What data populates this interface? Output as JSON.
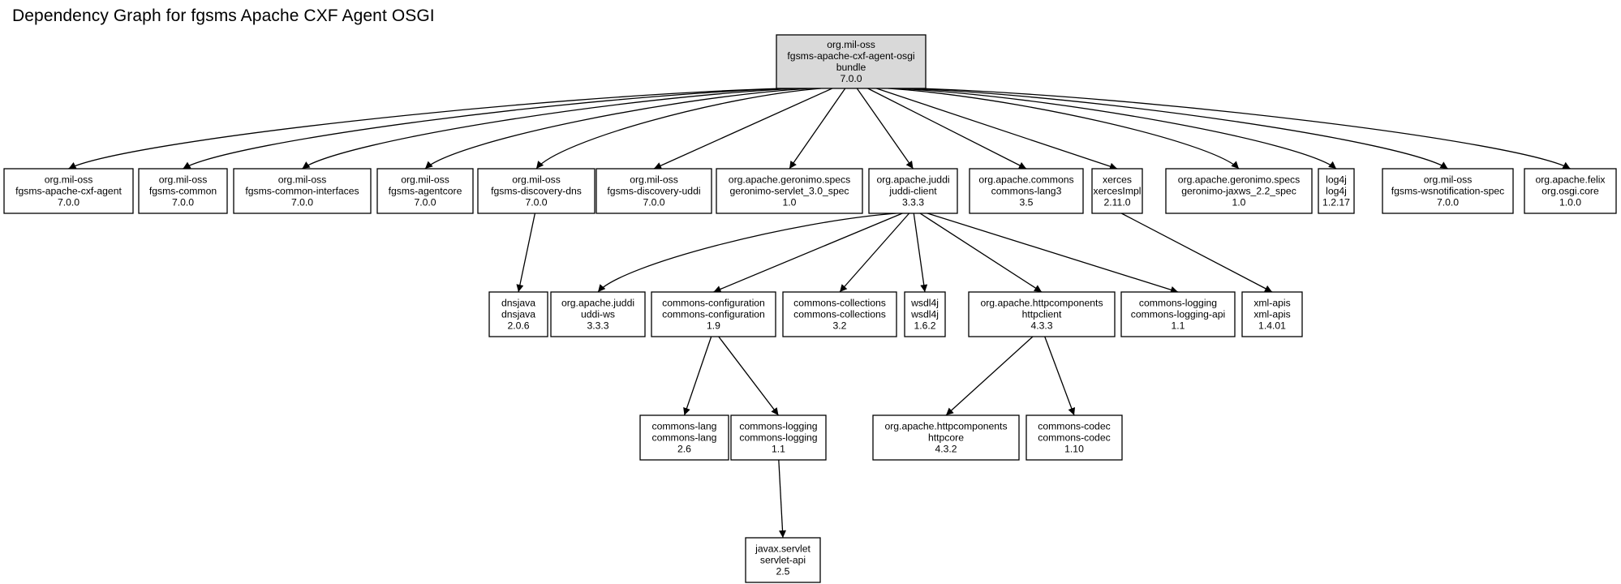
{
  "title": "Dependency Graph for fgsms Apache CXF Agent OSGI",
  "colors": {
    "root_fill": "#d9d9d9",
    "node_fill": "#ffffff",
    "stroke": "#000000"
  },
  "nodes": [
    {
      "id": "root",
      "lines": [
        "org.mil-oss",
        "fgsms-apache-cxf-agent-osgi",
        "bundle",
        "7.0.0"
      ],
      "root": true
    },
    {
      "id": "cxf-agent",
      "lines": [
        "org.mil-oss",
        "fgsms-apache-cxf-agent",
        "7.0.0"
      ]
    },
    {
      "id": "common",
      "lines": [
        "org.mil-oss",
        "fgsms-common",
        "7.0.0"
      ]
    },
    {
      "id": "common-interfaces",
      "lines": [
        "org.mil-oss",
        "fgsms-common-interfaces",
        "7.0.0"
      ]
    },
    {
      "id": "agentcore",
      "lines": [
        "org.mil-oss",
        "fgsms-agentcore",
        "7.0.0"
      ]
    },
    {
      "id": "discovery-dns",
      "lines": [
        "org.mil-oss",
        "fgsms-discovery-dns",
        "7.0.0"
      ]
    },
    {
      "id": "discovery-uddi",
      "lines": [
        "org.mil-oss",
        "fgsms-discovery-uddi",
        "7.0.0"
      ]
    },
    {
      "id": "servlet-spec",
      "lines": [
        "org.apache.geronimo.specs",
        "geronimo-servlet_3.0_spec",
        "1.0"
      ]
    },
    {
      "id": "juddi-client",
      "lines": [
        "org.apache.juddi",
        "juddi-client",
        "3.3.3"
      ]
    },
    {
      "id": "commons-lang3",
      "lines": [
        "org.apache.commons",
        "commons-lang3",
        "3.5"
      ]
    },
    {
      "id": "xerces",
      "lines": [
        "xerces",
        "xercesImpl",
        "2.11.0"
      ]
    },
    {
      "id": "jaxws-spec",
      "lines": [
        "org.apache.geronimo.specs",
        "geronimo-jaxws_2.2_spec",
        "1.0"
      ]
    },
    {
      "id": "log4j",
      "lines": [
        "log4j",
        "log4j",
        "1.2.17"
      ]
    },
    {
      "id": "wsnotification",
      "lines": [
        "org.mil-oss",
        "fgsms-wsnotification-spec",
        "7.0.0"
      ]
    },
    {
      "id": "osgi-core",
      "lines": [
        "org.apache.felix",
        "org.osgi.core",
        "1.0.0"
      ]
    },
    {
      "id": "dnsjava",
      "lines": [
        "dnsjava",
        "dnsjava",
        "2.0.6"
      ]
    },
    {
      "id": "uddi-ws",
      "lines": [
        "org.apache.juddi",
        "uddi-ws",
        "3.3.3"
      ]
    },
    {
      "id": "commons-configuration",
      "lines": [
        "commons-configuration",
        "commons-configuration",
        "1.9"
      ]
    },
    {
      "id": "commons-collections",
      "lines": [
        "commons-collections",
        "commons-collections",
        "3.2"
      ]
    },
    {
      "id": "wsdl4j",
      "lines": [
        "wsdl4j",
        "wsdl4j",
        "1.6.2"
      ]
    },
    {
      "id": "httpclient",
      "lines": [
        "org.apache.httpcomponents",
        "httpclient",
        "4.3.3"
      ]
    },
    {
      "id": "commons-logging-api",
      "lines": [
        "commons-logging",
        "commons-logging-api",
        "1.1"
      ]
    },
    {
      "id": "xml-apis",
      "lines": [
        "xml-apis",
        "xml-apis",
        "1.4.01"
      ]
    },
    {
      "id": "commons-lang",
      "lines": [
        "commons-lang",
        "commons-lang",
        "2.6"
      ]
    },
    {
      "id": "commons-logging",
      "lines": [
        "commons-logging",
        "commons-logging",
        "1.1"
      ]
    },
    {
      "id": "httpcore",
      "lines": [
        "org.apache.httpcomponents",
        "httpcore",
        "4.3.2"
      ]
    },
    {
      "id": "commons-codec",
      "lines": [
        "commons-codec",
        "commons-codec",
        "1.10"
      ]
    },
    {
      "id": "servlet-api",
      "lines": [
        "javax.servlet",
        "servlet-api",
        "2.5"
      ]
    }
  ],
  "edges": [
    {
      "from": "root",
      "to": "cxf-agent"
    },
    {
      "from": "root",
      "to": "common"
    },
    {
      "from": "root",
      "to": "common-interfaces"
    },
    {
      "from": "root",
      "to": "agentcore"
    },
    {
      "from": "root",
      "to": "discovery-dns"
    },
    {
      "from": "root",
      "to": "discovery-uddi"
    },
    {
      "from": "root",
      "to": "servlet-spec"
    },
    {
      "from": "root",
      "to": "juddi-client"
    },
    {
      "from": "root",
      "to": "commons-lang3"
    },
    {
      "from": "root",
      "to": "xerces"
    },
    {
      "from": "root",
      "to": "jaxws-spec"
    },
    {
      "from": "root",
      "to": "log4j"
    },
    {
      "from": "root",
      "to": "wsnotification"
    },
    {
      "from": "root",
      "to": "osgi-core"
    },
    {
      "from": "discovery-dns",
      "to": "dnsjava"
    },
    {
      "from": "juddi-client",
      "to": "uddi-ws"
    },
    {
      "from": "juddi-client",
      "to": "commons-configuration"
    },
    {
      "from": "juddi-client",
      "to": "commons-collections"
    },
    {
      "from": "juddi-client",
      "to": "wsdl4j"
    },
    {
      "from": "juddi-client",
      "to": "httpclient"
    },
    {
      "from": "juddi-client",
      "to": "commons-logging-api"
    },
    {
      "from": "xerces",
      "to": "xml-apis"
    },
    {
      "from": "commons-configuration",
      "to": "commons-lang"
    },
    {
      "from": "commons-configuration",
      "to": "commons-logging"
    },
    {
      "from": "httpclient",
      "to": "httpcore"
    },
    {
      "from": "httpclient",
      "to": "commons-codec"
    },
    {
      "from": "commons-logging",
      "to": "servlet-api"
    }
  ]
}
